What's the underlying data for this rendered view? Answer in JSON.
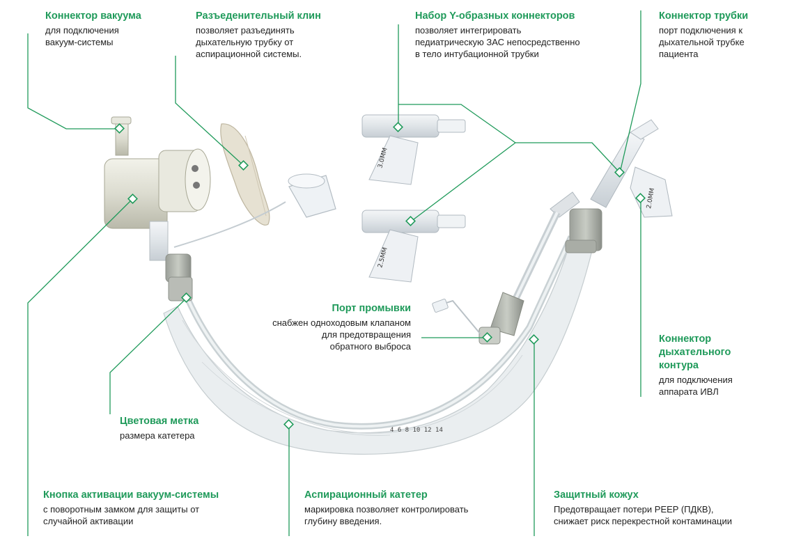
{
  "accent_color": "#1f9a5a",
  "labels": {
    "vacuum_connector": {
      "title": "Коннектор вакуума",
      "desc": "для подключения\nвакуум-системы"
    },
    "disconnect_wedge": {
      "title": "Разъеденительный клин",
      "desc": "позволяет разъединять\nдыхательную трубку от\nаспирационной системы."
    },
    "y_connectors": {
      "title": "Набор Y-образных коннекторов",
      "desc": "позволяет интегрировать\nпедиатрическую ЗАС непосредственно\nв тело интубационной трубки"
    },
    "tube_connector": {
      "title": "Коннектор трубки",
      "desc": "порт подключения к\nдыхательной трубке\nпациента"
    },
    "flush_port": {
      "title": "Порт промывки",
      "desc": "снабжен одноходовым клапаном\nдля предотвращения\nобратного выброса"
    },
    "circuit_connector": {
      "title": "Коннектор\nдыхательного\nконтура",
      "desc": "для подключения\nаппарата ИВЛ"
    },
    "color_mark": {
      "title": "Цветовая метка",
      "desc": "размера катетера"
    },
    "activation_button": {
      "title": "Кнопка активации вакуум-системы",
      "desc": "с поворотным замком для защиты от\nслучайной активации"
    },
    "suction_catheter": {
      "title": "Аспирационный катетер",
      "desc": "маркировка позволяет контролировать\nглубину введения."
    },
    "protective_sleeve": {
      "title": "Защитный кожух",
      "desc": "Предотвращает потери PEEP (ПДКВ),\nснижает риск перекрестной контаминации"
    }
  },
  "device_markings": {
    "y_connector_small": "3.0MM",
    "y_connector_medium": "2.5MM",
    "y_connector_attached": "2.0MM",
    "catheter_depth_marks": "4 6 8 10 12 14"
  }
}
